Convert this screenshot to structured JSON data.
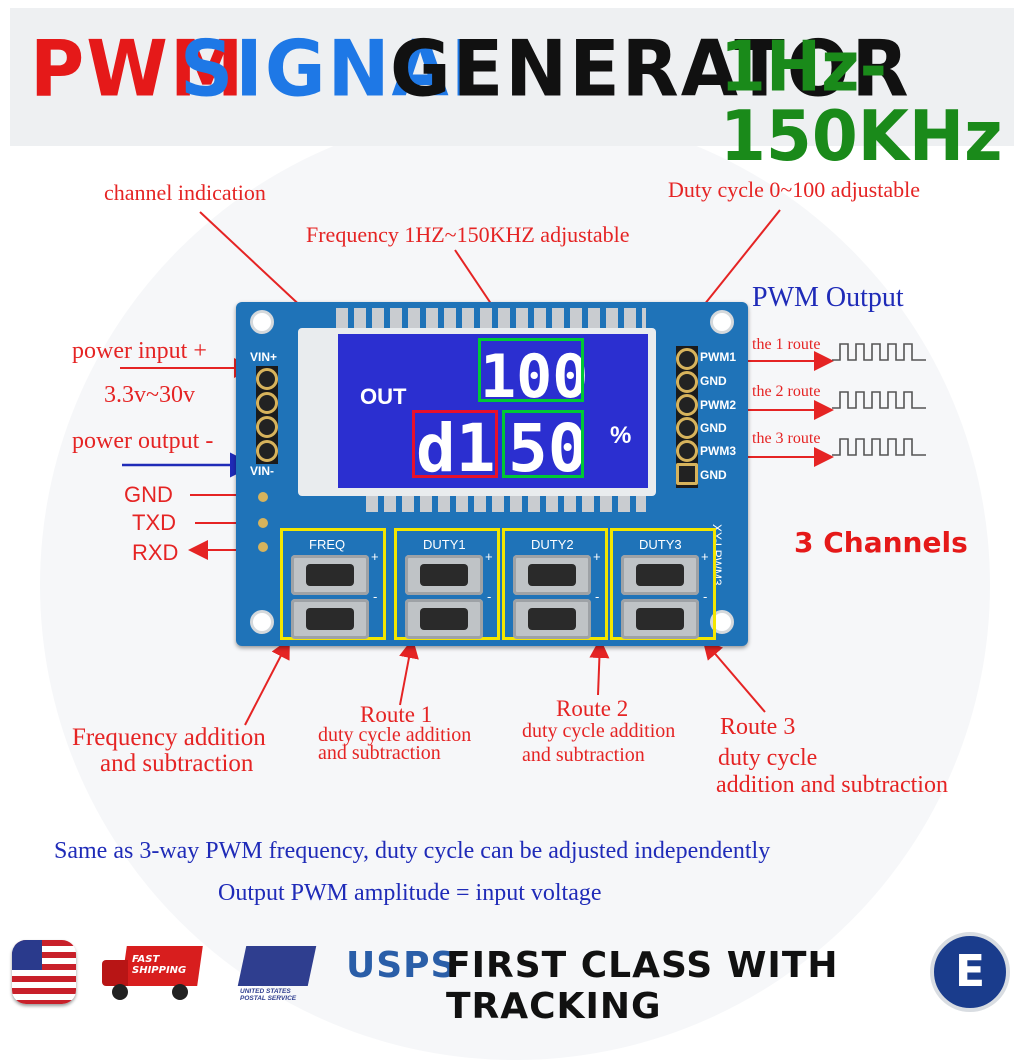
{
  "title": {
    "word1": "PWM",
    "word2": "SIGNAL",
    "word3": "GENERATOR",
    "word4": "1Hz-150KHz"
  },
  "annotations": {
    "channel_indication": "channel indication",
    "frequency_adjustable": "Frequency 1HZ~150KHZ adjustable",
    "duty_adjustable": "Duty cycle 0~100 adjustable",
    "power_input": "power input +",
    "voltage_range": "3.3v~30v",
    "power_output": "power output -",
    "gnd": "GND",
    "txd": "TXD",
    "rxd": "RXD",
    "pwm_output": "PWM Output",
    "route1": "the 1 route",
    "route2": "the 2 route",
    "route3": "the 3 route",
    "three_channels": "3 Channels",
    "freq_add_sub_1": "Frequency addition",
    "freq_add_sub_2": "and subtraction",
    "r1_title": "Route 1",
    "r1_line1": "duty cycle addition",
    "r1_line2": "and subtraction",
    "r2_title": "Route 2",
    "r2_line1": "duty cycle addition",
    "r2_line2": "and subtraction",
    "r3_title": "Route 3",
    "r3_line1": "duty cycle",
    "r3_line2": "addition and subtraction"
  },
  "board": {
    "vin_plus": "VIN+",
    "vin_minus": "VIN-",
    "pwm1": "PWM1",
    "gnd1": "GND",
    "pwm2": "PWM2",
    "gnd2": "GND",
    "pwm3": "PWM3",
    "gnd3": "GND",
    "model": "XY-LPWM3",
    "btn_freq": "FREQ",
    "btn_duty1": "DUTY1",
    "btn_duty2": "DUTY2",
    "btn_duty3": "DUTY3",
    "plus": "+",
    "minus": "-"
  },
  "lcd": {
    "out_label": "OUT",
    "top_value": "100",
    "channel": "d1",
    "bottom_value": "50",
    "percent": "%"
  },
  "footer": {
    "line1": "Same as 3-way PWM frequency, duty cycle can be adjusted independently",
    "line2": "Output PWM amplitude = input voltage"
  },
  "shipping": {
    "fast_shipping": "FAST SHIPPING",
    "usps_logo_text": "UNITED STATES POSTAL SERVICE",
    "usps": "USPS",
    "first_class": "FIRST CLASS WITH TRACKING",
    "e_badge": "E"
  },
  "colors": {
    "red": "#e51919",
    "blue": "#1e78e6",
    "green": "#1a8a1a",
    "black": "#111111",
    "pcb": "#1f73b8",
    "lcd": "#2b2fd0"
  }
}
